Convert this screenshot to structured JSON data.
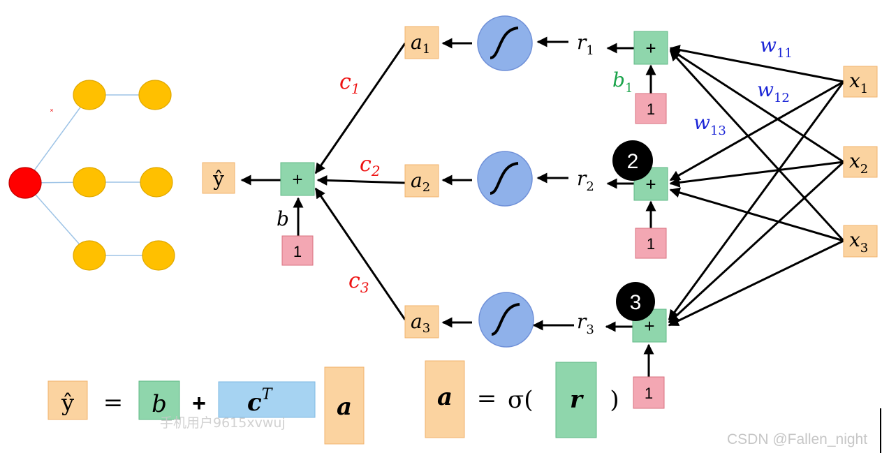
{
  "colors": {
    "orange_box": "#fbd3a0",
    "orange_edge": "#f0b36e",
    "green_box": "#8fd6ac",
    "green_edge": "#5fb886",
    "pink_box": "#f3a7b3",
    "pink_edge": "#d8707f",
    "blue_bar": "#a6d3f2",
    "sigmoid_fill": "#8fb1ea",
    "sigmoid_edge": "#6f90d8",
    "red_node": "#ff0000",
    "yellow_node": "#ffc000",
    "tree_line": "#9dc3e6",
    "red_label": "#ee1111",
    "blue_label": "#1a24d6",
    "green_label": "#1aa34a"
  },
  "tree": {
    "red_mark": "×"
  },
  "nodes": {
    "plus": "+",
    "one": "1",
    "a1": "a",
    "a1_sub": "1",
    "a2": "a",
    "a2_sub": "2",
    "a3": "a",
    "a3_sub": "3",
    "r1": "r",
    "r1_sub": "1",
    "r2": "r",
    "r2_sub": "2",
    "r3": "r",
    "r3_sub": "3",
    "x1": "x",
    "x1_sub": "1",
    "x2": "x",
    "x2_sub": "2",
    "x3": "x",
    "x3_sub": "3",
    "yhat": "ŷ"
  },
  "labels": {
    "c1": "c",
    "c1_sub": "1",
    "c2": "c",
    "c2_sub": "2",
    "c3": "c",
    "c3_sub": "3",
    "b": "b",
    "b1": "b",
    "b1_sub": "1",
    "w11": "w",
    "w11_sub": "11",
    "w12": "w",
    "w12_sub": "12",
    "w13": "w",
    "w13_sub": "13"
  },
  "badges": {
    "two": "2",
    "three": "3"
  },
  "equation1": {
    "yhat": "ŷ",
    "eq": "=",
    "b": "b",
    "plus": "+",
    "c": "c",
    "sup": "T",
    "a": "a"
  },
  "equation2": {
    "a": "a",
    "eq": "=",
    "sigma": "σ(",
    "r": "r",
    "close": ")"
  },
  "watermarks": {
    "user": "手机用户9615xvwuj",
    "csdn": "CSDN @Fallen_night"
  }
}
